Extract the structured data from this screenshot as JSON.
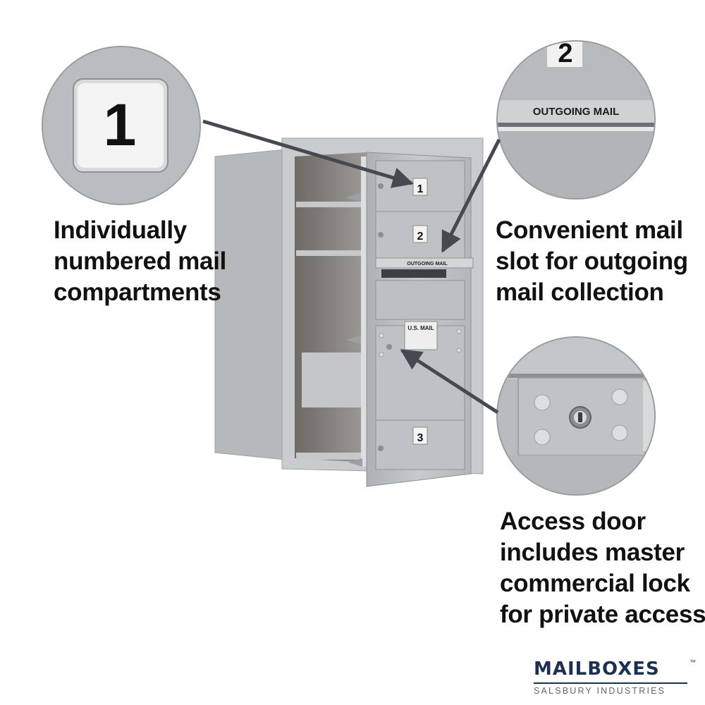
{
  "zoom_numbers": {
    "compartment_one": "1",
    "compartment_two": "2"
  },
  "labels": {
    "outgoing_mail_zoom": "OUTGOING MAIL",
    "outgoing_mail_box": "OUTGOING MAIL",
    "us_mail": "U.S. MAIL"
  },
  "box_numbers": [
    "1",
    "2",
    "3"
  ],
  "callouts": {
    "left": [
      "Individually",
      "numbered mail",
      "compartments"
    ],
    "right_top": [
      "Convenient mail",
      "slot for outgoing",
      "mail collection"
    ],
    "right_bottom": [
      "Access door",
      "includes master",
      "commercial lock",
      "for private access"
    ]
  },
  "brand": {
    "name": "MAILBOXES",
    "tm": "™",
    "tagline": "SALSBURY INDUSTRIES"
  },
  "colors": {
    "text": "#111111",
    "brand": "#1e3050",
    "metal": "#b9bcbf",
    "arrow": "#454a50"
  }
}
